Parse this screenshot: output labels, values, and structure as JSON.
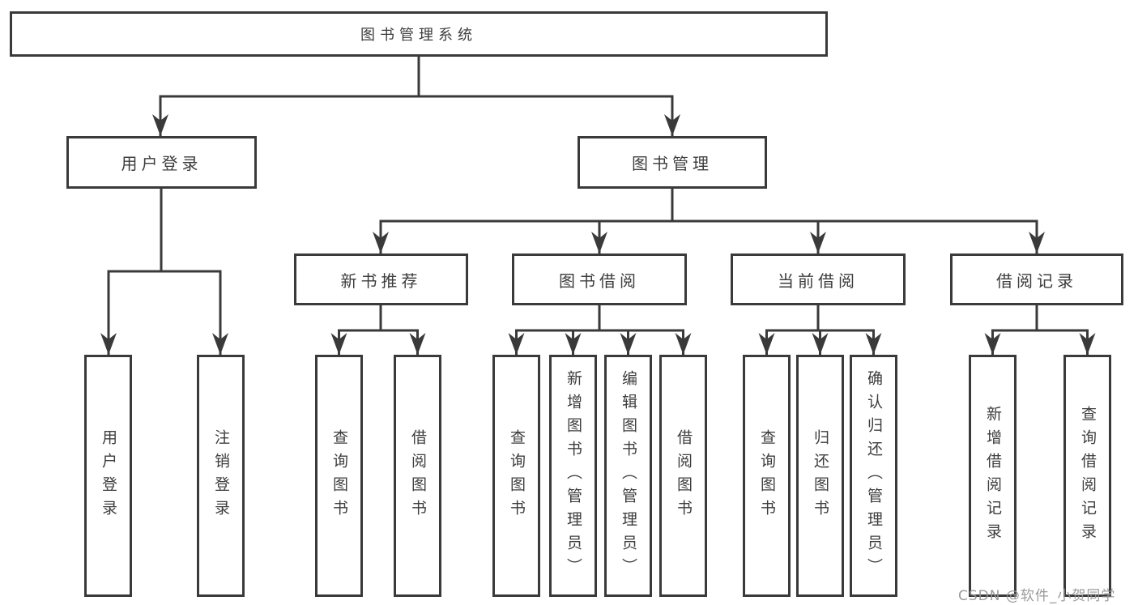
{
  "page": {
    "background": "#ffffff",
    "line_color": "#3a3a3a",
    "box_border_color": "#3a3a3a",
    "text_color": "#3d3d3d",
    "watermark_color": "#969696"
  },
  "diagram": {
    "root": {
      "label": "图书管理系统"
    },
    "level2": [
      {
        "label": "用户登录"
      },
      {
        "label": "图书管理"
      }
    ],
    "level3": [
      {
        "label": "新书推荐"
      },
      {
        "label": "图书借阅"
      },
      {
        "label": "当前借阅"
      },
      {
        "label": "借阅记录"
      }
    ],
    "leaves": {
      "user_login": [
        {
          "label": "用户登录"
        },
        {
          "label": "注销登录"
        }
      ],
      "new_book_recommendation": [
        {
          "label": "查询图书"
        },
        {
          "label": "借阅图书"
        }
      ],
      "book_borrowing": [
        {
          "label": "查询图书"
        },
        {
          "label": "新增图书（管理员）"
        },
        {
          "label": "编辑图书（管理员）"
        },
        {
          "label": "借阅图书"
        }
      ],
      "current_borrowing": [
        {
          "label": "查询图书"
        },
        {
          "label": "归还图书"
        },
        {
          "label": "确认归还（管理员）"
        }
      ],
      "borrowing_records": [
        {
          "label": "新增借阅记录"
        },
        {
          "label": "查询借阅记录"
        }
      ]
    }
  },
  "watermark": {
    "text": "CSDN @软件_小贺同学"
  }
}
